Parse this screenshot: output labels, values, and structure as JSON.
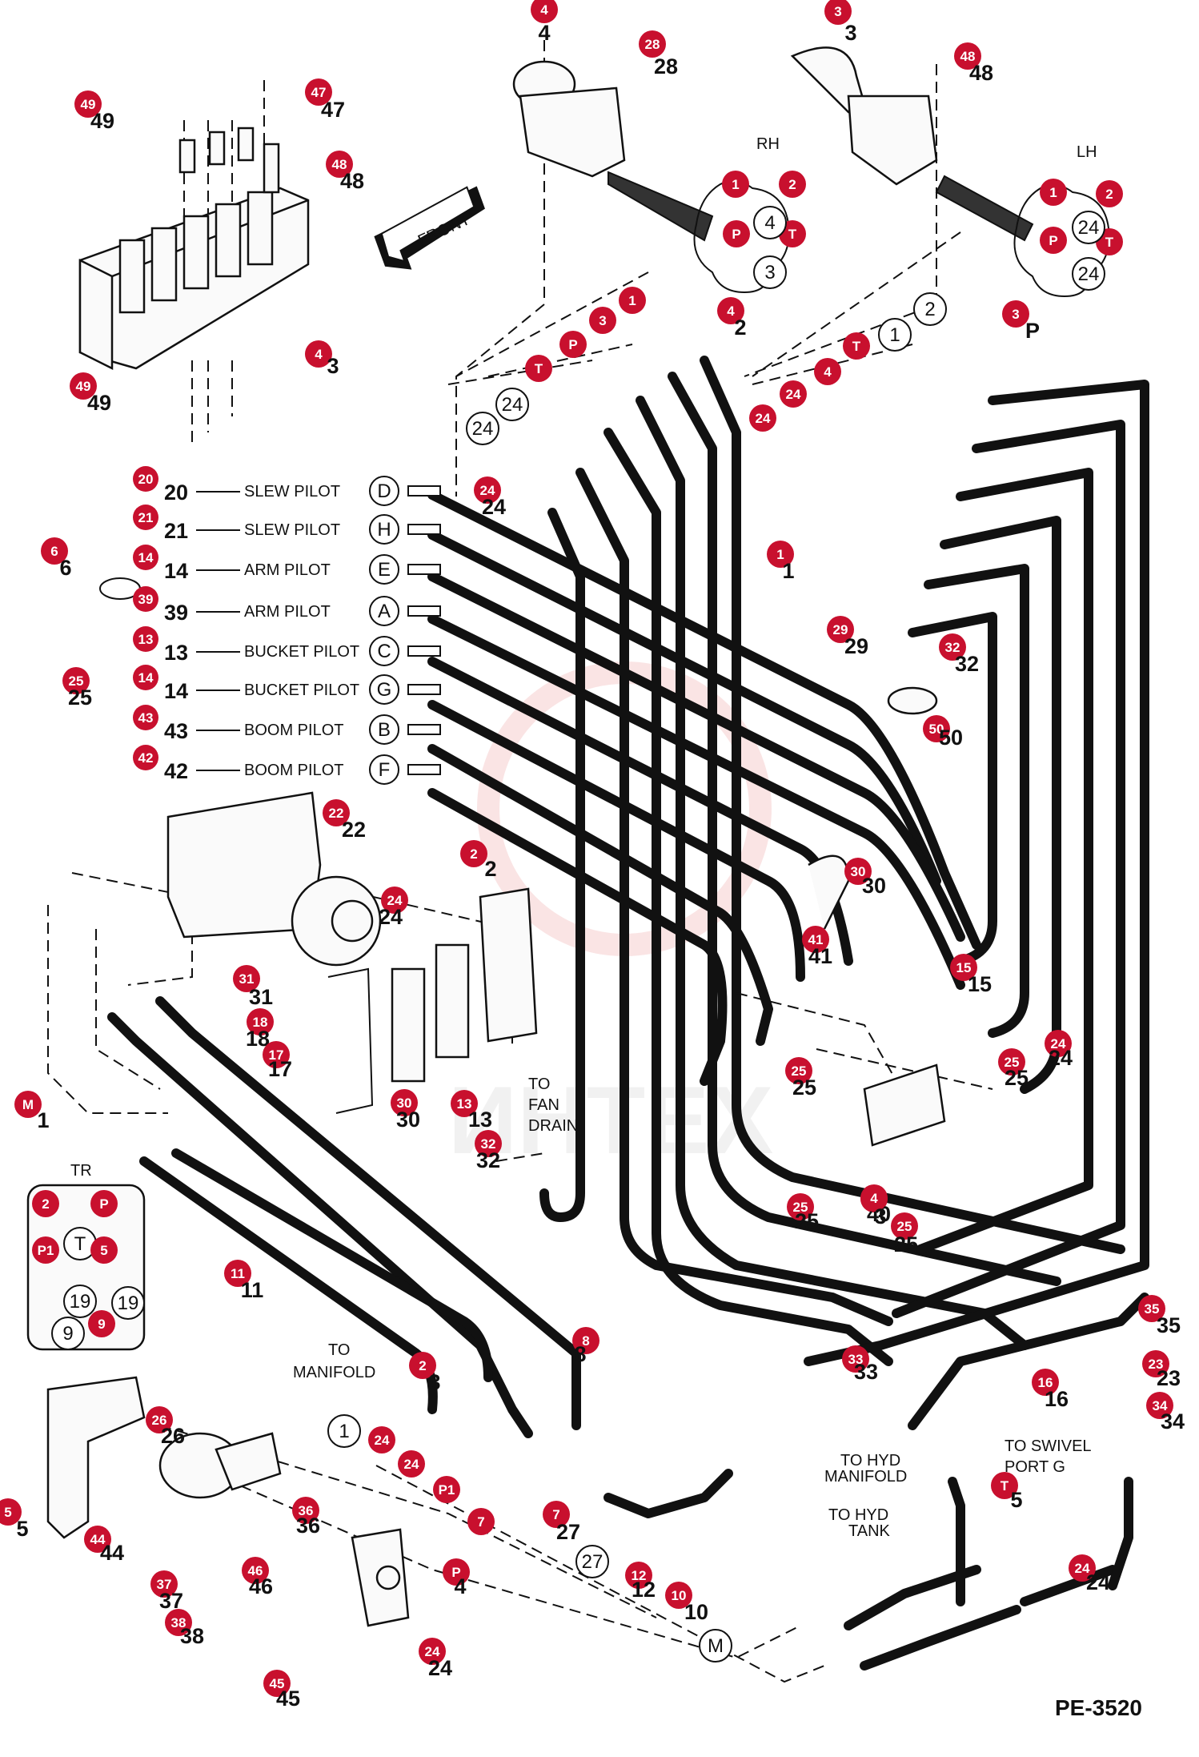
{
  "colors": {
    "badge": "#c8102e",
    "line": "#111111",
    "watermark": "#f0b3b3"
  },
  "watermark_text": "ИНТЕХ",
  "page_code": "PE-3520",
  "front_label": "FRONT",
  "rh_label": "RH",
  "lh_label": "LH",
  "tr_label": "TR",
  "notes": {
    "to_fan_drain": [
      "TO",
      "FAN",
      "DRAIN"
    ],
    "to_manifold": [
      "TO",
      "MANIFOLD"
    ],
    "to_hyd_manifold": [
      "TO HYD",
      "MANIFOLD"
    ],
    "to_hyd_tank": [
      "TO HYD",
      "TANK"
    ],
    "to_swivel": [
      "TO SWIVEL",
      "PORT G"
    ]
  },
  "pilot_rows": [
    {
      "badge": "20",
      "num": "20",
      "label": "SLEW PILOT",
      "port": "D"
    },
    {
      "badge": "21",
      "num": "21",
      "label": "SLEW PILOT",
      "port": "H"
    },
    {
      "badge": "14",
      "num": "14",
      "label": "ARM PILOT",
      "port": "E"
    },
    {
      "badge": "39",
      "num": "39",
      "label": "ARM PILOT",
      "port": "A"
    },
    {
      "badge": "13",
      "num": "13",
      "label": "BUCKET PILOT",
      "port": "C"
    },
    {
      "badge": "14",
      "num": "14",
      "label": "BUCKET PILOT",
      "port": "G"
    },
    {
      "badge": "43",
      "num": "43",
      "label": "BOOM PILOT",
      "port": "B"
    },
    {
      "badge": "42",
      "num": "42",
      "label": "BOOM PILOT",
      "port": "F"
    }
  ],
  "callouts": [
    "4",
    "4",
    "28",
    "28",
    "3",
    "3",
    "48",
    "48",
    "49",
    "49",
    "47",
    "47",
    "48",
    "48",
    "49",
    "49",
    "4",
    "3",
    "1",
    "2",
    "P",
    "T",
    "4",
    "3",
    "1",
    "2",
    "P",
    "T",
    "24",
    "24",
    "4",
    "2",
    "1",
    "3",
    "P",
    "T",
    "24",
    "24",
    "24",
    "24",
    "3",
    "P",
    "T",
    "1",
    "2",
    "4",
    "24",
    "24",
    "1",
    "1",
    "6",
    "6",
    "25",
    "25",
    "29",
    "29",
    "32",
    "32",
    "50",
    "50",
    "22",
    "22",
    "2",
    "2",
    "24",
    "24",
    "31",
    "31",
    "18",
    "18",
    "17",
    "17",
    "30",
    "30",
    "13",
    "13",
    "32",
    "32",
    "30",
    "30",
    "41",
    "41",
    "15",
    "15",
    "24",
    "24",
    "25",
    "25",
    "25",
    "25",
    "25",
    "25",
    "40",
    "40",
    "25",
    "25",
    "4",
    "3",
    "M",
    "1",
    "2",
    "P",
    "T",
    "P1",
    "5",
    "19",
    "19",
    "9",
    "9",
    "11",
    "11",
    "8",
    "8",
    "33",
    "33",
    "35",
    "35",
    "23",
    "23",
    "34",
    "34",
    "16",
    "16",
    "26",
    "26",
    "5",
    "5",
    "44",
    "44",
    "36",
    "36",
    "46",
    "46",
    "37",
    "37",
    "38",
    "38",
    "45",
    "45",
    "24",
    "24",
    "P",
    "4",
    "2",
    "3",
    "1",
    "24",
    "24",
    "P1",
    "7",
    "7",
    "27",
    "27",
    "12",
    "12",
    "10",
    "10",
    "T",
    "5",
    "24",
    "24",
    "M"
  ]
}
